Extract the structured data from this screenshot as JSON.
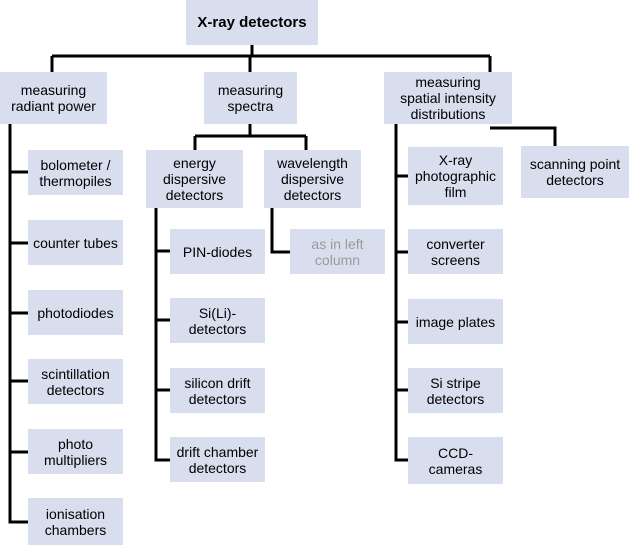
{
  "nodes": {
    "root": "X-ray detectors",
    "radiant": "measuring\nradiant power",
    "spectra": "measuring\nspectra",
    "spatial": "measuring\nspatial intensity\ndistributions",
    "bolometer": "bolometer /\nthermopiles",
    "counter": "counter tubes",
    "photodiodes": "photodiodes",
    "scintillation": "scintillation\ndetectors",
    "photomult": "photo\nmultipliers",
    "ionisation": "ionisation\nchambers",
    "energy": "energy\ndispersive\ndetectors",
    "wavelength": "wavelength\ndispersive\ndetectors",
    "pin": "PIN-diodes",
    "sili": "Si(Li)-\ndetectors",
    "sdd": "silicon drift\ndetectors",
    "driftchamber": "drift chamber\ndetectors",
    "asleft": "as in left\ncolumn",
    "xrayfilm": "X-ray\nphotographic\nfilm",
    "converter": "converter\nscreens",
    "imageplates": "image plates",
    "sistripe": "Si stripe\ndetectors",
    "ccd": "CCD-\ncameras",
    "scanning": "scanning point\ndetectors"
  },
  "colors": {
    "box_fill": "#d9deee",
    "connector": "#000000",
    "muted_text": "#9a9a9a"
  }
}
